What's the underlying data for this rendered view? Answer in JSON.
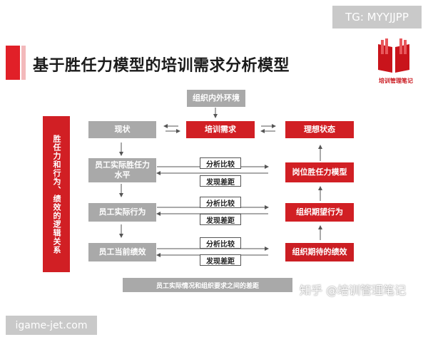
{
  "tag": "TG: MYYJJPP",
  "title": "基于胜任力模型的培训需求分析模型",
  "logo_text": "培训管理笔记",
  "left_label": "胜任力和行为、绩效的逻辑关系",
  "env": "组织内外环境",
  "current": "现状",
  "need": "培训需求",
  "ideal": "理想状态",
  "row1_left": "员工实际胜任力水平",
  "row1_right": "岗位胜任力模型",
  "row2_left": "员工实际行为",
  "row2_right": "组织期望行为",
  "row3_left": "员工当前绩效",
  "row3_right": "组织期待的绩效",
  "compare_label": "分析比较",
  "gap_label": "发现差距",
  "bottom_caption": "员工实际情况和组织要求之间的差距",
  "watermark": "知乎 @培训管理笔记",
  "site": "igame-jet.com"
}
